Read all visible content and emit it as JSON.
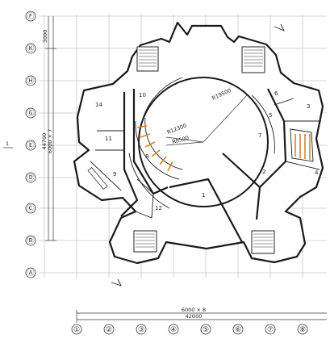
{
  "grid": {
    "col_labels": [
      "①",
      "②",
      "③",
      "④",
      "⑤",
      "⑥",
      "⑦",
      "⑧"
    ],
    "row_labels": [
      "Ⓕ",
      "Ⓚ",
      "Ⓗ",
      "Ⓖ",
      "Ⓔ",
      "Ⓓ",
      "Ⓒ",
      "Ⓑ",
      "Ⓐ"
    ]
  },
  "dimensions": {
    "bottom_span": "6000 × 8",
    "bottom_total": "42000",
    "left_span": "6000 × 7",
    "left_total": "44700",
    "left_top": "3000",
    "radius_outer": "R19500",
    "radius_inner": "R12300",
    "radius_small": "R8500"
  },
  "rooms": [
    "1",
    "2",
    "3",
    "4",
    "5",
    "6",
    "7",
    "8",
    "9",
    "10",
    "11",
    "12",
    "14"
  ],
  "notes": {
    "north_mark_top": "N",
    "north_mark_bottom": "N",
    "section_mark": "1"
  }
}
